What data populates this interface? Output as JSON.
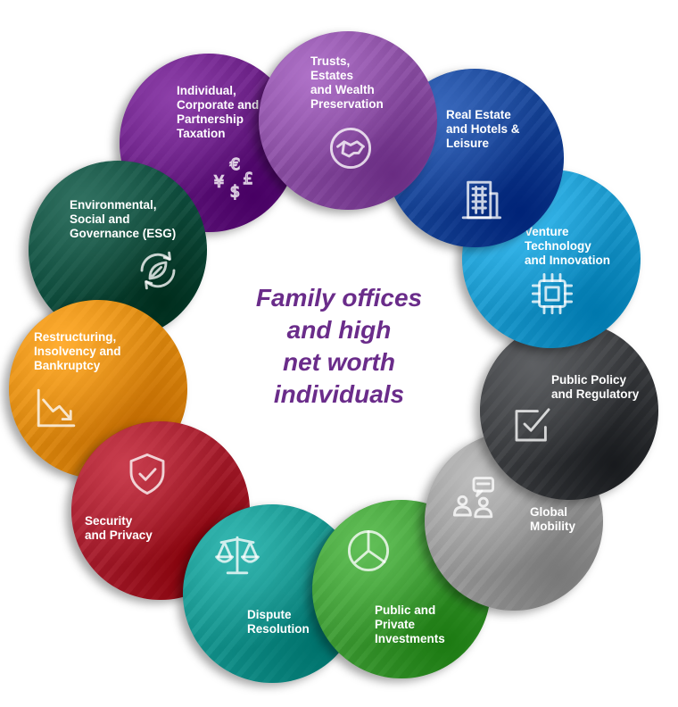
{
  "center": {
    "title": "Family offices\nand high\nnet worth\nindividuals"
  },
  "practice_areas": [
    {
      "label": "Trusts,\nEstates\nand Wealth\nPreservation",
      "color": "#8c4fa5",
      "icon": "handshake-icon"
    },
    {
      "label": "Real Estate\nand Hotels &\nLeisure",
      "color": "#17469a",
      "icon": "building-icon"
    },
    {
      "label": "Venture\nTechnology\nand Innovation",
      "color": "#1a9bd0",
      "icon": "chip-icon"
    },
    {
      "label": "Public Policy\nand Regulatory",
      "color": "#3b3d40",
      "icon": "checkbox-icon"
    },
    {
      "label": "Global\nMobility",
      "color": "#9b9b9b",
      "icon": "people-chat-icon"
    },
    {
      "label": "Public and\nPrivate\nInvestments",
      "color": "#3f9d35",
      "icon": "pie-chart-icon"
    },
    {
      "label": "Dispute\nResolution",
      "color": "#13958f",
      "icon": "scales-icon"
    },
    {
      "label": "Security\nand Privacy",
      "color": "#a61b2b",
      "icon": "shield-check-icon"
    },
    {
      "label": "Restructuring,\nInsolvency and\nBankruptcy",
      "color": "#e08a0e",
      "icon": "trend-down-icon"
    },
    {
      "label": "Environmental,\nSocial and\nGovernance (ESG)",
      "color": "#0f4f3f",
      "icon": "leaf-cycle-icon"
    },
    {
      "label": "Individual,\nCorporate and\nPartnership\nTaxation",
      "color": "#6a1d86",
      "icon": "currency-icon"
    }
  ]
}
